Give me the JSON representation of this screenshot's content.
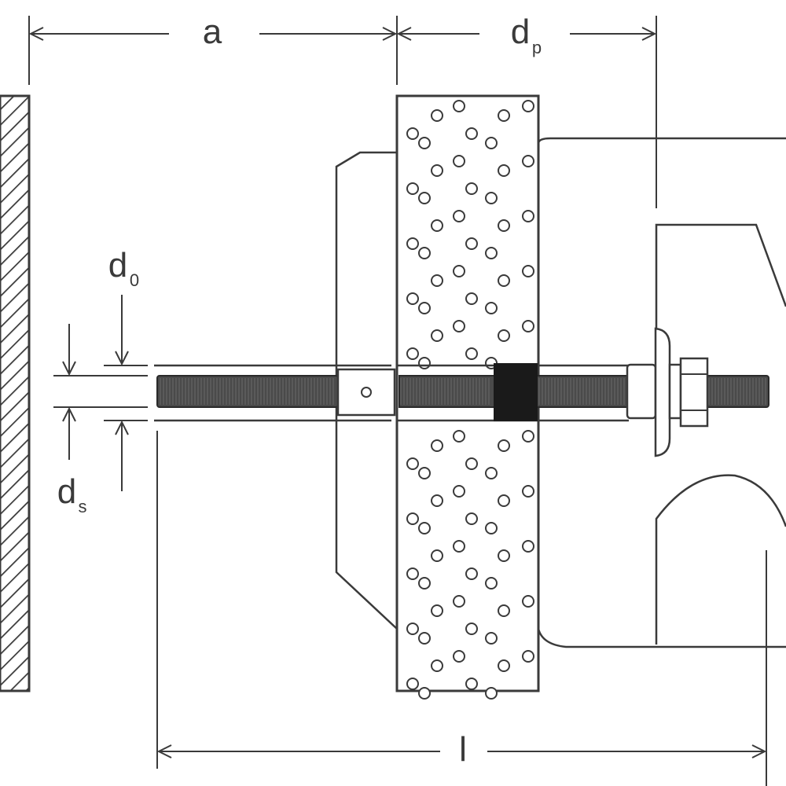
{
  "diagram": {
    "labels": {
      "a": "a",
      "d_p_main": "d",
      "d_p_sub": "p",
      "d_0_main": "d",
      "d_0_sub": "0",
      "d_s_main": "d",
      "d_s_sub": "s",
      "l": "l"
    }
  }
}
